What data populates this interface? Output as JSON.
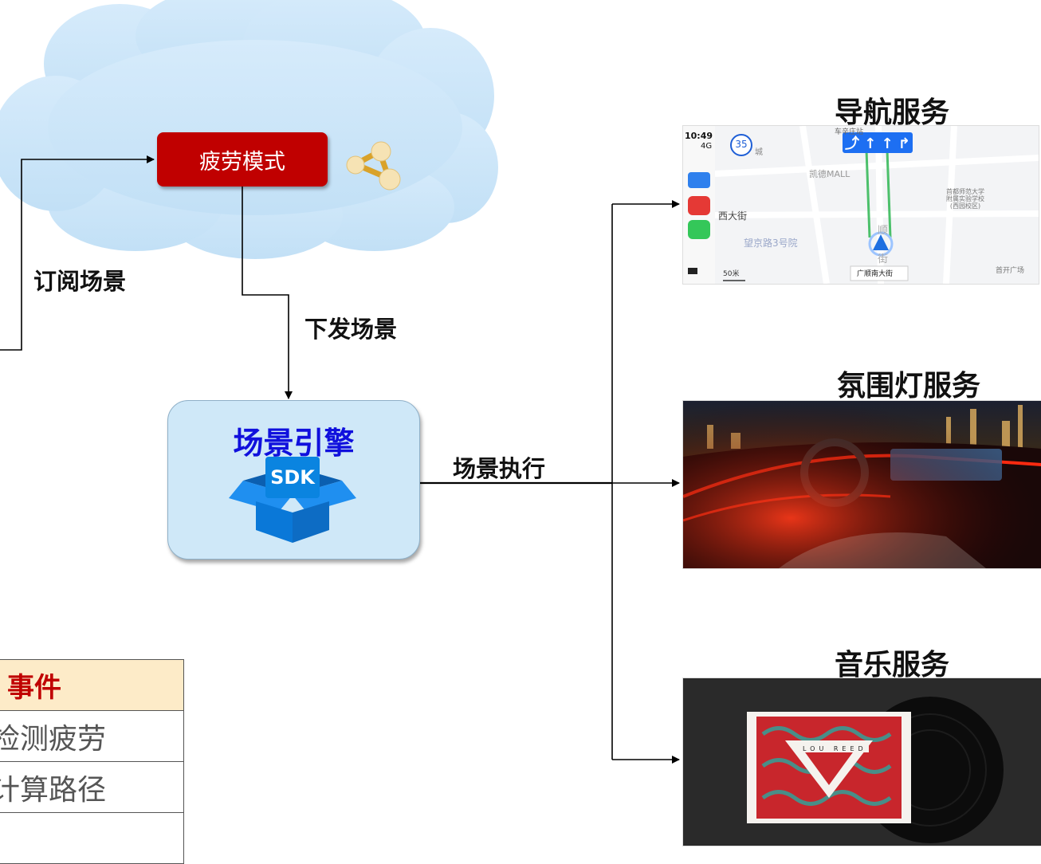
{
  "cloud_node": {
    "label": "疲劳模式"
  },
  "edges": {
    "subscribe": "订阅场景",
    "dispatch": "下发场景",
    "execute": "场景执行"
  },
  "engine": {
    "title": "场景引擎",
    "sdk": "SDK"
  },
  "services": [
    {
      "title": "导航服务"
    },
    {
      "title": "氛围灯服务"
    },
    {
      "title": "音乐服务"
    }
  ],
  "map": {
    "time": "10:49",
    "signal": "4G",
    "speed": "35",
    "station": "车辛庄站",
    "mall": "凯德MALL",
    "street1": "西大街",
    "road": "望京路3号院",
    "school": "首都师范大学\n附属实验学校\n(西园校区)",
    "square": "首开广场",
    "scale": "50米",
    "current_street": "广顺南大街",
    "district": "城",
    "street_v1": "顺",
    "street_v2": "街"
  },
  "music": {
    "artist": "LOU REED"
  },
  "events_table": {
    "header": "事件",
    "rows": [
      "检测疲劳",
      "计算路径"
    ]
  },
  "colors": {
    "fatigue_red": "#c00000",
    "engine_fill": "#cfe8f8",
    "engine_title": "#1010dd",
    "sdk_box": "#0a84e0",
    "table_header_fill": "#fdebc8"
  }
}
